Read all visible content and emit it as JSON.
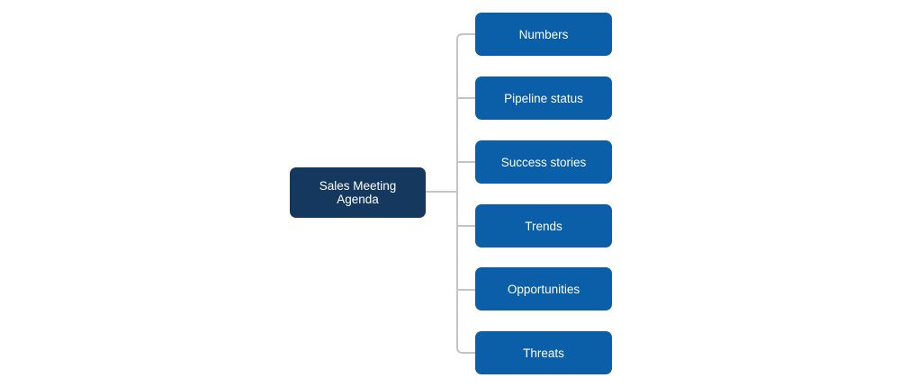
{
  "diagram": {
    "type": "mindmap-tree",
    "root": {
      "label": "Sales Meeting Agenda"
    },
    "children": [
      {
        "label": "Numbers"
      },
      {
        "label": "Pipeline status"
      },
      {
        "label": "Success stories"
      },
      {
        "label": "Trends"
      },
      {
        "label": "Opportunities"
      },
      {
        "label": "Threats"
      }
    ],
    "colors": {
      "root_fill": "#15395e",
      "child_fill": "#0b5ea8",
      "connector": "#c4c4c4",
      "text": "#ffffff",
      "background": "#ffffff"
    }
  }
}
